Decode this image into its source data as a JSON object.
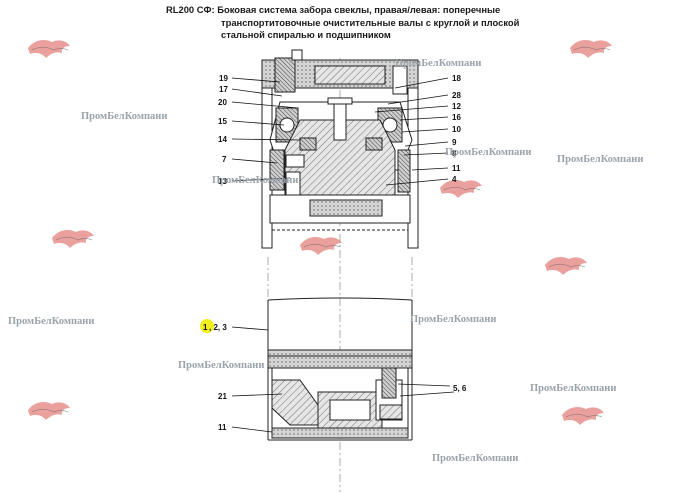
{
  "title": {
    "line1": "RL200 СФ: Боковая система забора свеклы, правая/левая: поперечные",
    "line2": "транспортитовочные очистительные валы с круглой и плоской",
    "line3": "стальной спиралью и подшипником"
  },
  "callouts_upper": {
    "left": [
      "19",
      "17",
      "20",
      "15",
      "14",
      "7",
      "13"
    ],
    "right": [
      "18",
      "28",
      "12",
      "16",
      "10",
      "9",
      "8",
      "11",
      "4"
    ]
  },
  "callouts_lower": {
    "part_1": "1",
    "part_2_3": ", 2, 3",
    "left": [
      "21",
      "11"
    ],
    "right": [
      "5, 6"
    ]
  },
  "watermark": {
    "text": "ПромБелКомпани",
    "text_color": "#9aa3ab",
    "logo_color": "#d9534f"
  },
  "highlight_color": "#f2ee1c"
}
